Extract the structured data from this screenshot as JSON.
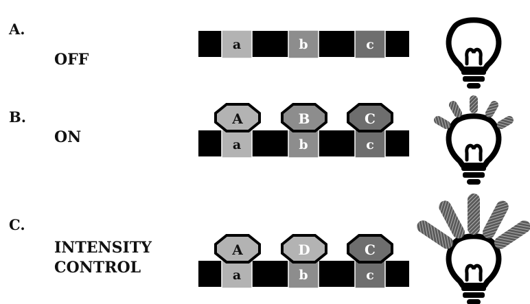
{
  "colors": {
    "strip": "#000000",
    "light_a": "#b3b3b3",
    "light_b": "#8d8d8d",
    "dark_c": "#6e6e6e",
    "text_dark": "#111111",
    "text_light": "#ffffff",
    "ray": "#7a7a7a"
  },
  "rows": [
    {
      "letter": "A.",
      "state": "OFF",
      "sites": [
        {
          "label": "a",
          "tone": "light_a",
          "text": "text_dark"
        },
        {
          "label": "b",
          "tone": "light_b",
          "text": "text_light"
        },
        {
          "label": "c",
          "tone": "dark_c",
          "text": "text_light"
        }
      ],
      "ligands": [],
      "bulb": {
        "icon": "lightbulb-icon",
        "rays": 0
      }
    },
    {
      "letter": "B.",
      "state": "ON",
      "sites": [
        {
          "label": "a",
          "tone": "light_a",
          "text": "text_dark"
        },
        {
          "label": "b",
          "tone": "light_b",
          "text": "text_light"
        },
        {
          "label": "c",
          "tone": "dark_c",
          "text": "text_light"
        }
      ],
      "ligands": [
        {
          "label": "A",
          "tone": "light_a",
          "text": "text_dark"
        },
        {
          "label": "B",
          "tone": "light_b",
          "text": "text_light"
        },
        {
          "label": "C",
          "tone": "dark_c",
          "text": "text_light"
        }
      ],
      "bulb": {
        "icon": "lightbulb-icon",
        "rays": 5,
        "ray_size": "small"
      }
    },
    {
      "letter": "C.",
      "state": "INTENSITY\nCONTROL",
      "sites": [
        {
          "label": "a",
          "tone": "light_a",
          "text": "text_dark"
        },
        {
          "label": "b",
          "tone": "light_b",
          "text": "text_light"
        },
        {
          "label": "c",
          "tone": "dark_c",
          "text": "text_light"
        }
      ],
      "ligands": [
        {
          "label": "A",
          "tone": "light_a",
          "text": "text_dark"
        },
        {
          "label": "D",
          "tone": "light_a",
          "text": "text_light"
        },
        {
          "label": "C",
          "tone": "dark_c",
          "text": "text_light"
        }
      ],
      "bulb": {
        "icon": "lightbulb-icon",
        "rays": 5,
        "ray_size": "large"
      }
    }
  ]
}
